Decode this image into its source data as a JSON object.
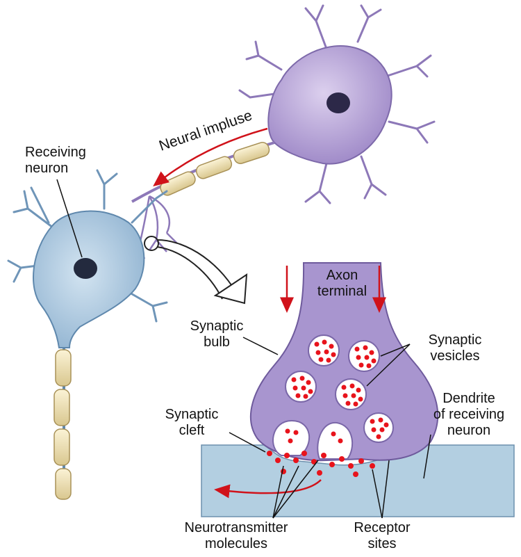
{
  "labels": {
    "receiving_neuron": [
      "Receiving",
      "neuron"
    ],
    "neural_impulse": "Neural impluse",
    "axon_terminal": [
      "Axon",
      "terminal"
    ],
    "synaptic_bulb": [
      "Synaptic",
      "bulb"
    ],
    "synaptic_vesicles": [
      "Synaptic",
      "vesicles"
    ],
    "dendrite_receiving": [
      "Dendrite",
      "of receiving",
      "neuron"
    ],
    "synaptic_cleft": [
      "Synaptic",
      "cleft"
    ],
    "neurotransmitter": [
      "Neurotransmitter",
      "molecules"
    ],
    "receptor_sites": [
      "Receptor",
      "sites"
    ]
  },
  "colors": {
    "sending_neuron": "#b9a7d6",
    "receiving_neuron": "#a9c6de",
    "myelin": "#f3e5b8",
    "dendrite_tissue": "#b3cfe1",
    "bulb": "#a895cf",
    "neurotransmitter": "#e8131b",
    "arrow": "#d0121a"
  }
}
